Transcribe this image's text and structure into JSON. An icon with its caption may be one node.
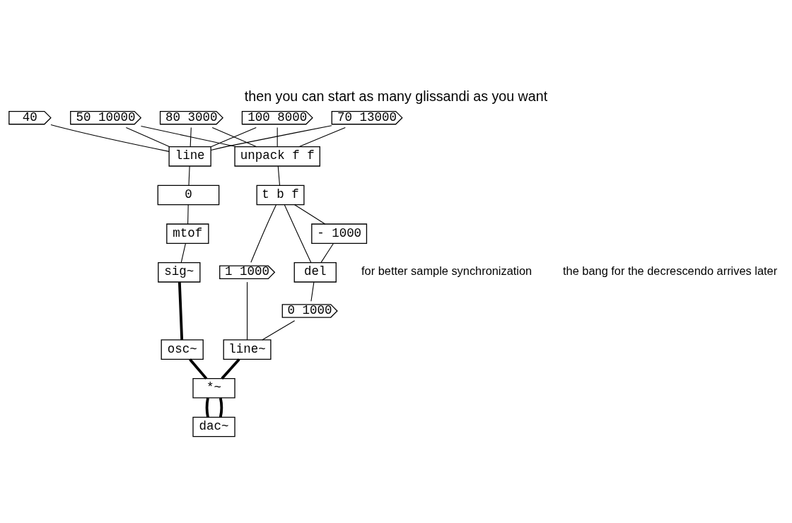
{
  "diagram": {
    "title": "then you can start as many glissandi as you want",
    "nodes": [
      {
        "text": [
          "40"
        ]
      },
      {
        "text": [
          "70 13000"
        ]
      },
      {
        "text": [
          "50 10000"
        ]
      },
      {
        "text": [
          "80 3000"
        ]
      },
      {
        "text": [
          "100 8000"
        ]
      },
      {
        "text": [
          "line"
        ]
      },
      {
        "text": [
          "unpack f f"
        ]
      },
      {
        "text": [
          "0"
        ]
      },
      {
        "text": [
          "mtof"
        ]
      },
      {
        "text": [
          "sig~"
        ]
      },
      {
        "text": [
          "t b f"
        ]
      },
      {
        "text": [
          "- 1000"
        ]
      },
      {
        "text": [
          "del"
        ]
      },
      {
        "text": [
          "1 1000"
        ]
      },
      {
        "text": [
          "0 1000"
        ]
      },
      {
        "text": [
          "osc~"
        ]
      },
      {
        "text": [
          "line~"
        ]
      },
      {
        "text": [
          "*~"
        ]
      },
      {
        "text": [
          "dac~"
        ]
      }
    ],
    "edges": [
      {
        "from": 0,
        "to": 5,
        "arrow": "none"
      },
      {
        "from": 1,
        "to": 5,
        "arrow": "none"
      },
      {
        "from": 1,
        "to": 6,
        "arrow": "none"
      },
      {
        "from": 2,
        "to": 5,
        "arrow": "none"
      },
      {
        "from": 2,
        "to": 6,
        "arrow": "none"
      },
      {
        "from": 3,
        "to": 5,
        "arrow": "none"
      },
      {
        "from": 3,
        "to": 6,
        "arrow": "none"
      },
      {
        "from": 4,
        "to": 5,
        "arrow": "none"
      },
      {
        "from": 4,
        "to": 6,
        "arrow": "none"
      },
      {
        "from": 5,
        "to": 7,
        "arrow": "none"
      },
      {
        "from": 7,
        "to": 8,
        "arrow": "none"
      },
      {
        "from": 8,
        "to": 9,
        "arrow": "none"
      },
      {
        "from": 6,
        "to": 10,
        "arrow": "none"
      },
      {
        "from": 10,
        "to": 12,
        "arrow": "none"
      },
      {
        "from": 10,
        "to": 13,
        "arrow": "none"
      },
      {
        "from": 10,
        "to": 11,
        "arrow": "none"
      },
      {
        "from": 11,
        "to": 12,
        "arrow": "none"
      },
      {
        "from": 12,
        "to": 14,
        "arrow": "none"
      },
      {
        "from": 9,
        "to": 15,
        "arrow": "none",
        "style": "thick"
      },
      {
        "from": 13,
        "to": 16,
        "arrow": "none"
      },
      {
        "from": 14,
        "to": 16,
        "arrow": "none"
      },
      {
        "from": 15,
        "to": 17,
        "arrow": "none",
        "style": "thick"
      },
      {
        "from": 16,
        "to": 17,
        "arrow": "none",
        "style": "thick"
      },
      {
        "from": 17,
        "to": 18,
        "arrow": "none",
        "style": "thick"
      },
      {
        "from": 17,
        "to": 18,
        "arrow": "none",
        "style": "thick"
      }
    ],
    "labels": [
      "for better sample synchronization",
      "the bang for the decrescendo arrives later"
    ]
  }
}
